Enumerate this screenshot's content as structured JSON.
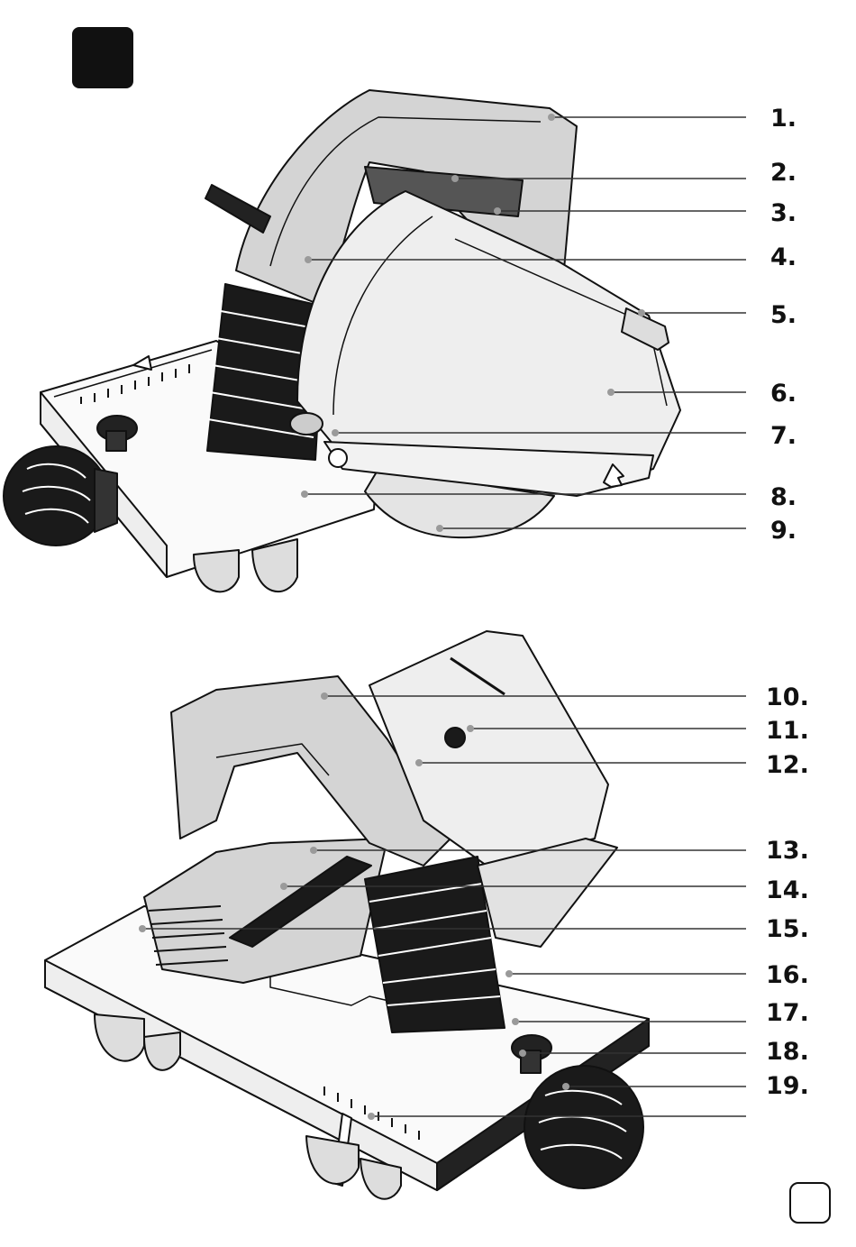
{
  "colors": {
    "ink": "#111111",
    "housing": "#d4d4d4",
    "housing_shade": "#b8b8b8",
    "guard": "#e8e8e8",
    "rubber": "#1a1a1a",
    "leader": "#333333",
    "dot": "#9a9a9a"
  },
  "callouts": {
    "top": [
      "1.",
      "2.",
      "3.",
      "4.",
      "5.",
      "6.",
      "7.",
      "8.",
      "9."
    ],
    "bottom": [
      "10.",
      "11.",
      "12.",
      "13.",
      "14.",
      "15.",
      "16.",
      "17.",
      "18.",
      "19."
    ]
  },
  "icons": [
    "corner-square-icon",
    "page-box-icon"
  ]
}
